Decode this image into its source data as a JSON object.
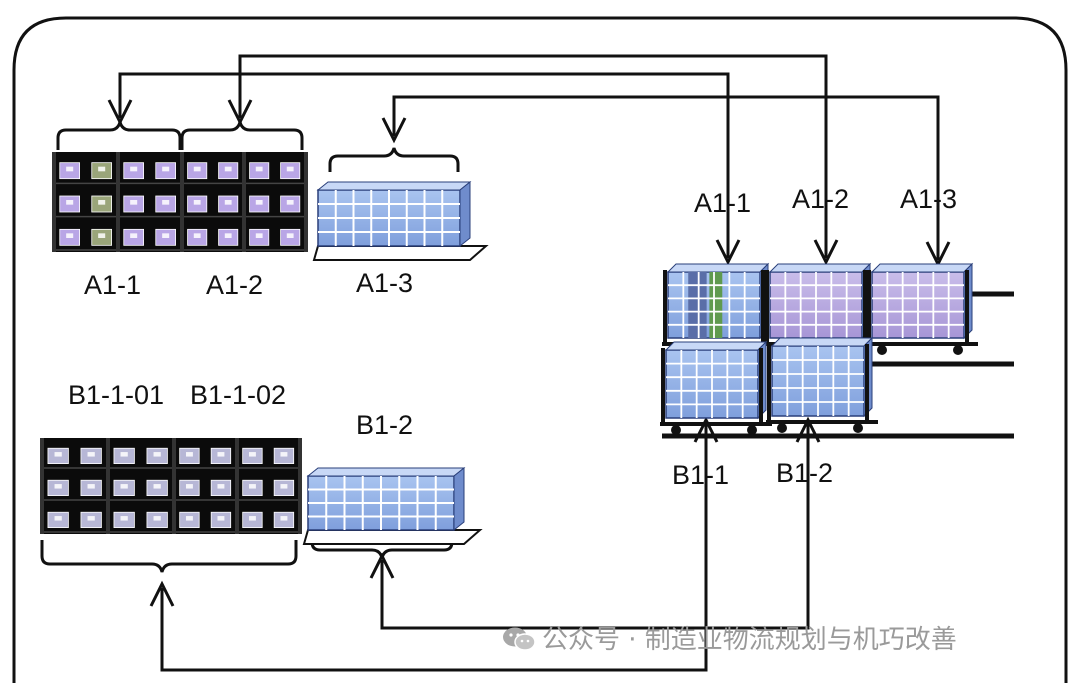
{
  "diagram": {
    "left_racks": {
      "a1_1": "A1-1",
      "a1_2": "A1-2",
      "a1_3": "A1-3",
      "b1_1_01": "B1-1-01",
      "b1_1_02": "B1-1-02",
      "b1_2": "B1-2"
    },
    "right_carts": {
      "a1_1": "A1-1",
      "a1_2": "A1-2",
      "a1_3": "A1-3",
      "b1_1": "B1-1",
      "b1_2": "B1-2"
    }
  },
  "watermark": {
    "text": "公众号 · 制造业物流规划与机巧改善",
    "icon": "wechat-icon"
  },
  "colors": {
    "outline": "#111111",
    "rack_dark": "#0b0b0b",
    "bin_purple": "#b9a6e6",
    "box_blue": "#8fb0e8",
    "box_lavender": "#b8a8e0",
    "box_green": "#5f9a4e",
    "watermark": "#9a9a9a"
  }
}
